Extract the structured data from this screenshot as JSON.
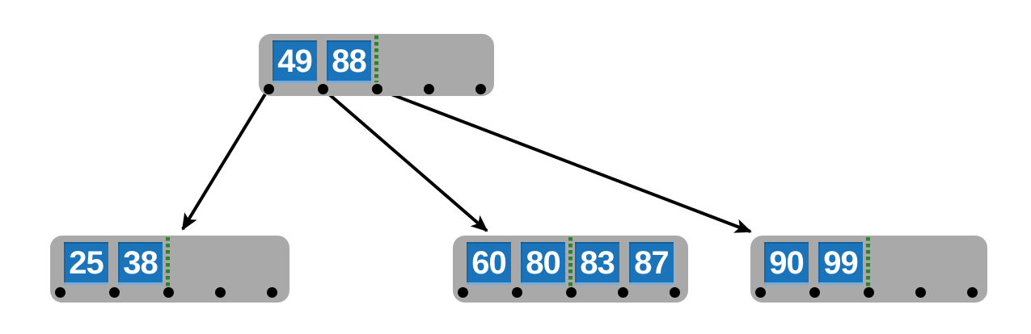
{
  "diagram": {
    "kind": "b-tree",
    "background_color": "#ffffff",
    "colors": {
      "node_background": "#a9a9a9",
      "key_background": "#1b74ba",
      "key_text": "#ffffff",
      "divider_green": "#1e8c1e",
      "pointer_dot": "#000000",
      "arrow": "#000000"
    },
    "nodes": [
      {
        "id": "root",
        "keys": [
          "49",
          "88"
        ],
        "divider_after_key": 2,
        "pointer_count": 5
      },
      {
        "id": "child-left",
        "keys": [
          "25",
          "38"
        ],
        "divider_after_key": 2,
        "pointer_count": 5
      },
      {
        "id": "child-middle",
        "keys": [
          "60",
          "80",
          "83",
          "87"
        ],
        "divider_after_key": 2,
        "pointer_count": 5
      },
      {
        "id": "child-right",
        "keys": [
          "90",
          "99"
        ],
        "divider_after_key": 2,
        "pointer_count": 5
      }
    ],
    "edges": [
      {
        "from": "root",
        "pointer": 0,
        "to": "child-left"
      },
      {
        "from": "root",
        "pointer": 1,
        "to": "child-middle"
      },
      {
        "from": "root",
        "pointer": 2,
        "to": "child-right"
      }
    ]
  }
}
